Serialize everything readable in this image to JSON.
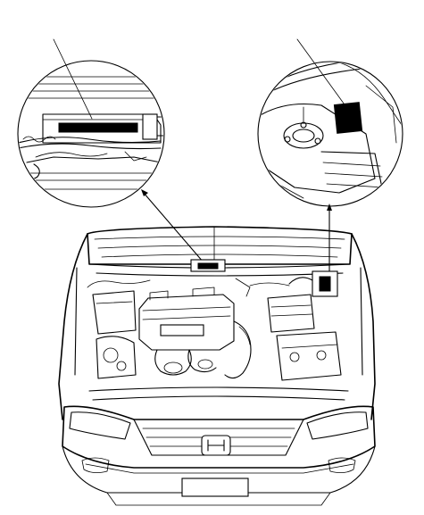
{
  "diagram": {
    "type": "line-illustration",
    "subject": "engine-compartment-label-locations",
    "callouts": [
      {
        "id": "left-label",
        "label_text": ""
      },
      {
        "id": "right-label",
        "label_text": ""
      }
    ],
    "colors": {
      "line": "#000000",
      "background": "#ffffff",
      "label": "#000000"
    }
  }
}
